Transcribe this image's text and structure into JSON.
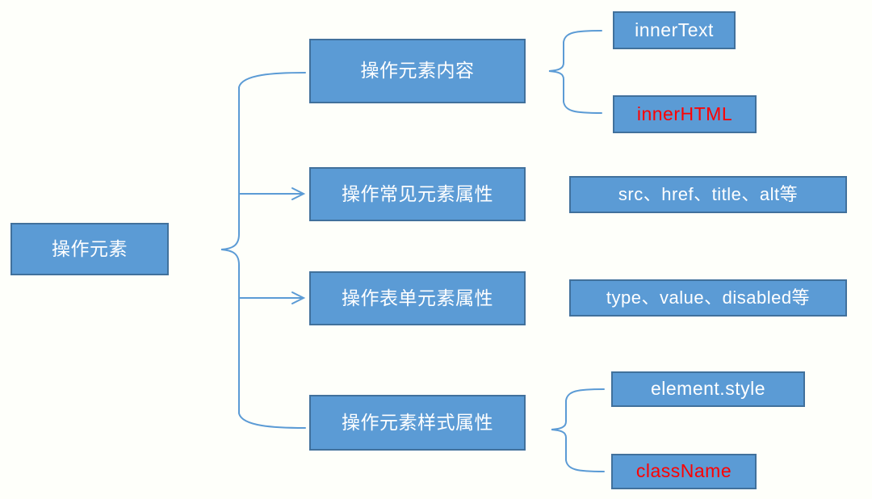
{
  "diagram": {
    "type": "mind-map",
    "title": "操作元素",
    "background_color": "#fefffa",
    "node_fill_color": "#5b9bd5",
    "node_border_color": "#41719c",
    "node_text_color": "#ffffff",
    "highlight_text_color": "#ff0000",
    "connector_color": "#5b9bd5"
  },
  "root": {
    "label": "操作元素"
  },
  "branches": [
    {
      "label": "操作元素内容",
      "connector": "brace",
      "children": [
        {
          "label": "innerText",
          "highlighted": false
        },
        {
          "label": "innerHTML",
          "highlighted": true
        }
      ]
    },
    {
      "label": "操作常见元素属性",
      "connector": "arrow",
      "children": [
        {
          "label": "src、href、title、alt等",
          "highlighted": false
        }
      ]
    },
    {
      "label": "操作表单元素属性",
      "connector": "arrow",
      "children": [
        {
          "label": "type、value、disabled等",
          "highlighted": false
        }
      ]
    },
    {
      "label": "操作元素样式属性",
      "connector": "brace",
      "children": [
        {
          "label": "element.style",
          "highlighted": false
        },
        {
          "label": "className",
          "highlighted": true
        }
      ]
    }
  ]
}
